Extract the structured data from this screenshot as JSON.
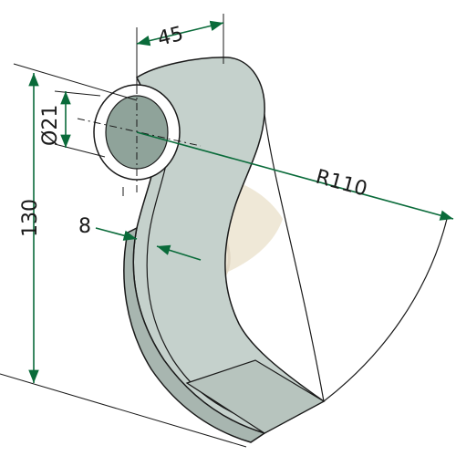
{
  "drawing": {
    "dimensions": {
      "width": "45",
      "diameter": "Ø21",
      "height": "130",
      "thickness": "8",
      "radius": "R110"
    },
    "colors": {
      "blade_fill": "#c5d1cc",
      "blade_shadow": "#a8b6b0",
      "bore_fill": "#8fa39a",
      "dimension_line": "#0a6b3a",
      "outline": "#1a1a1a",
      "watermark": "#d8c9a8"
    }
  }
}
